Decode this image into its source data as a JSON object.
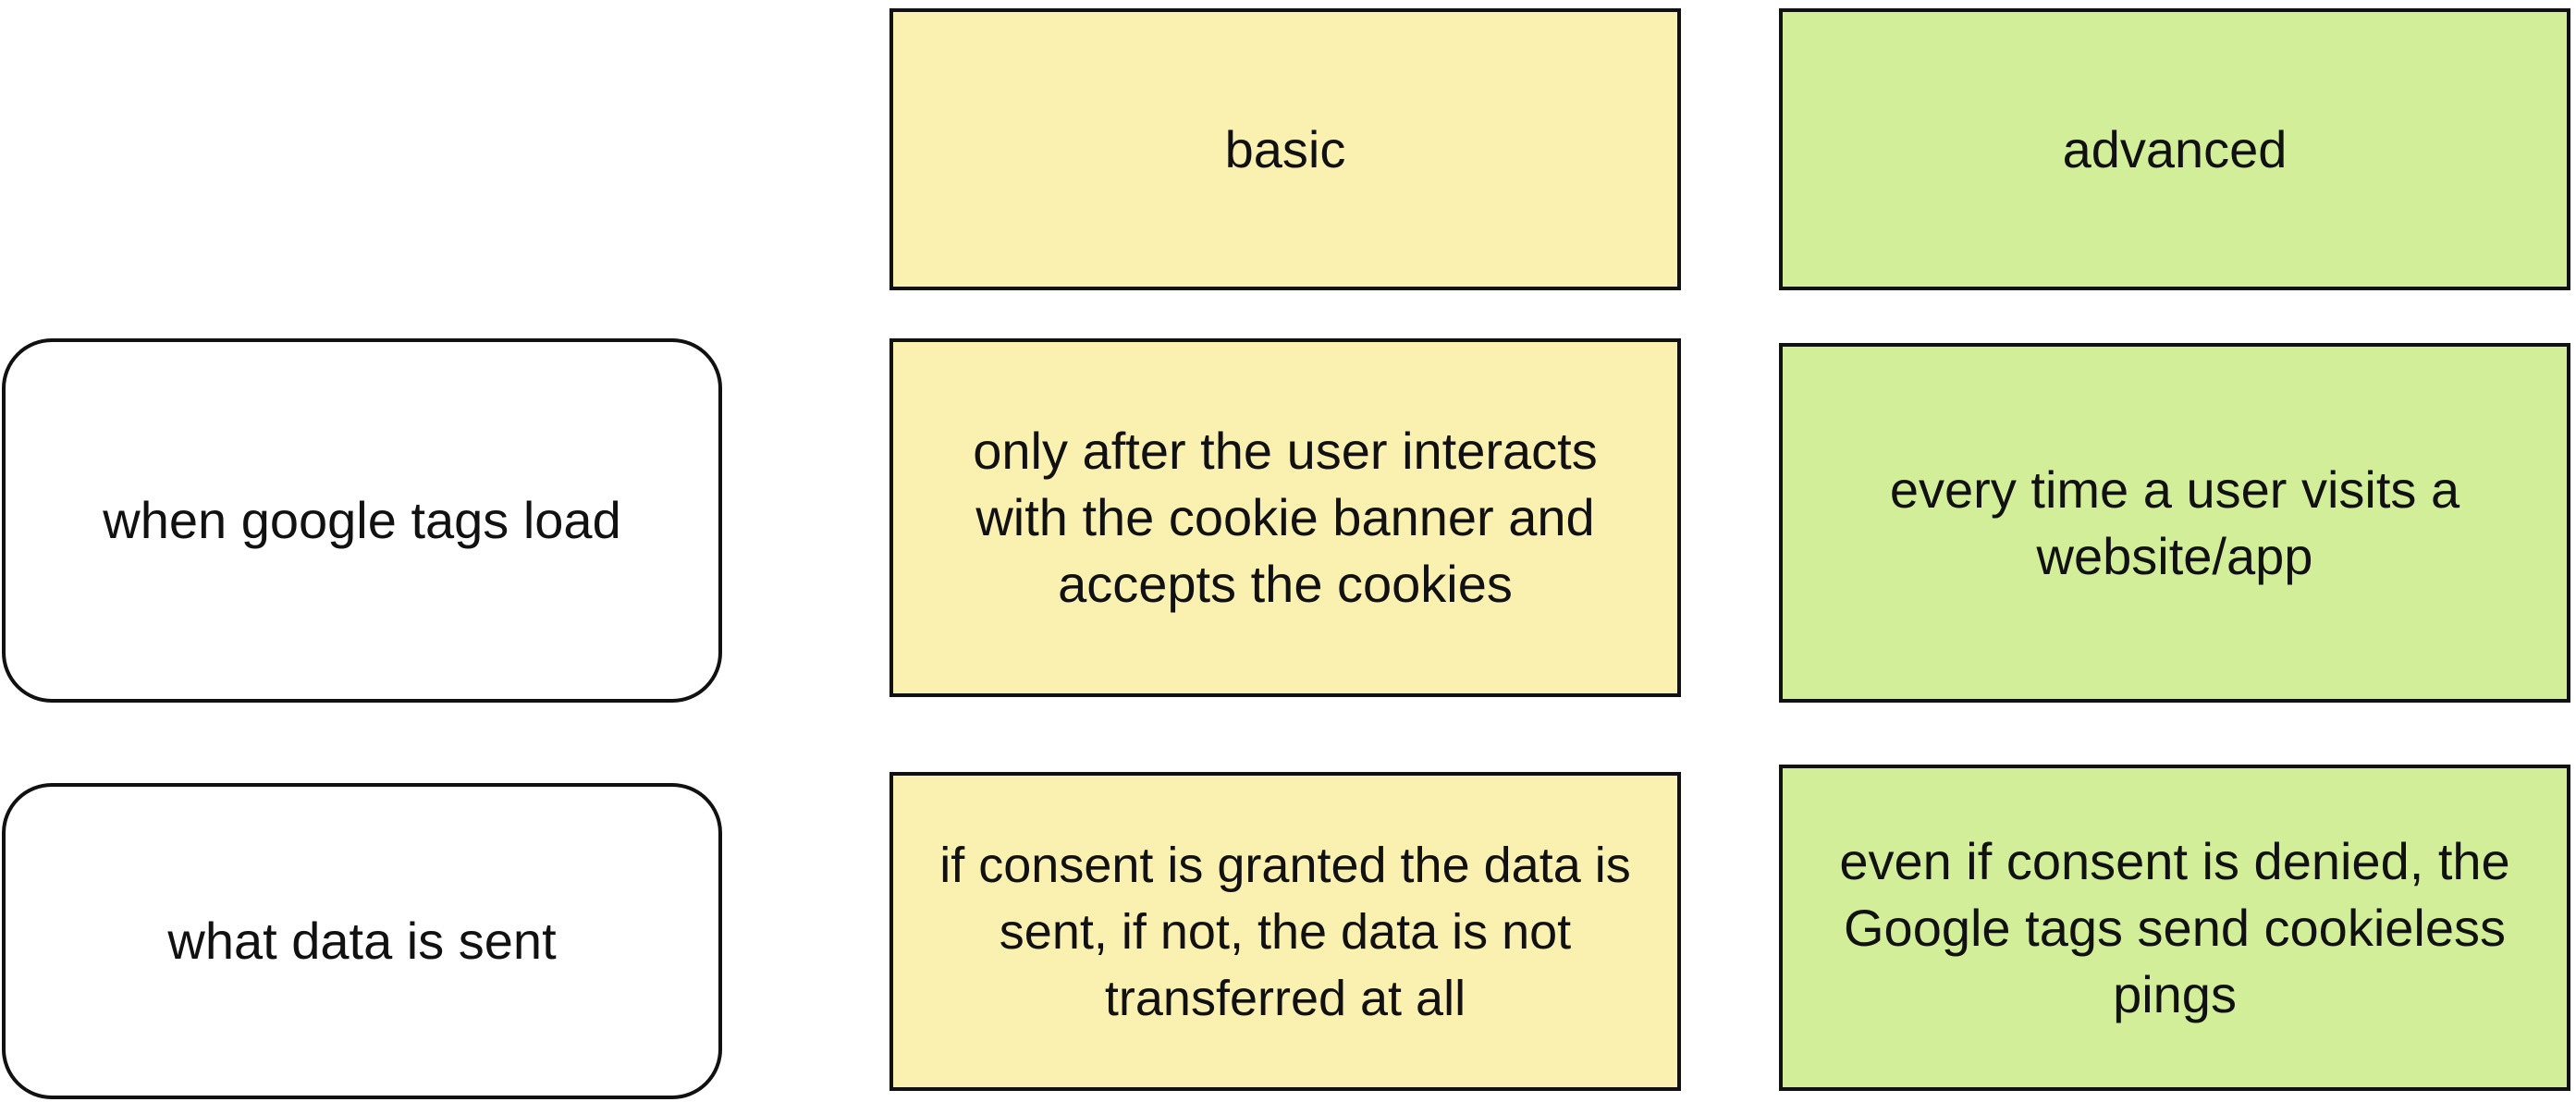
{
  "columns": {
    "basic": "basic",
    "advanced": "advanced"
  },
  "rows": [
    {
      "label": "when google tags load",
      "basic": "only after the user interacts\nwith the cookie banner and\naccepts the cookies",
      "advanced": "every time a user visits a\nwebsite/app"
    },
    {
      "label": "what data is sent",
      "basic": "if consent is granted the data is\nsent, if not, the data is not\ntransferred at all",
      "advanced": "even if consent is denied, the\nGoogle tags send cookieless\npings"
    }
  ],
  "colors": {
    "basic_fill": "#FAF0B0",
    "advanced_fill": "#D3EE99",
    "label_fill": "#ffffff",
    "stroke": "#111111"
  }
}
